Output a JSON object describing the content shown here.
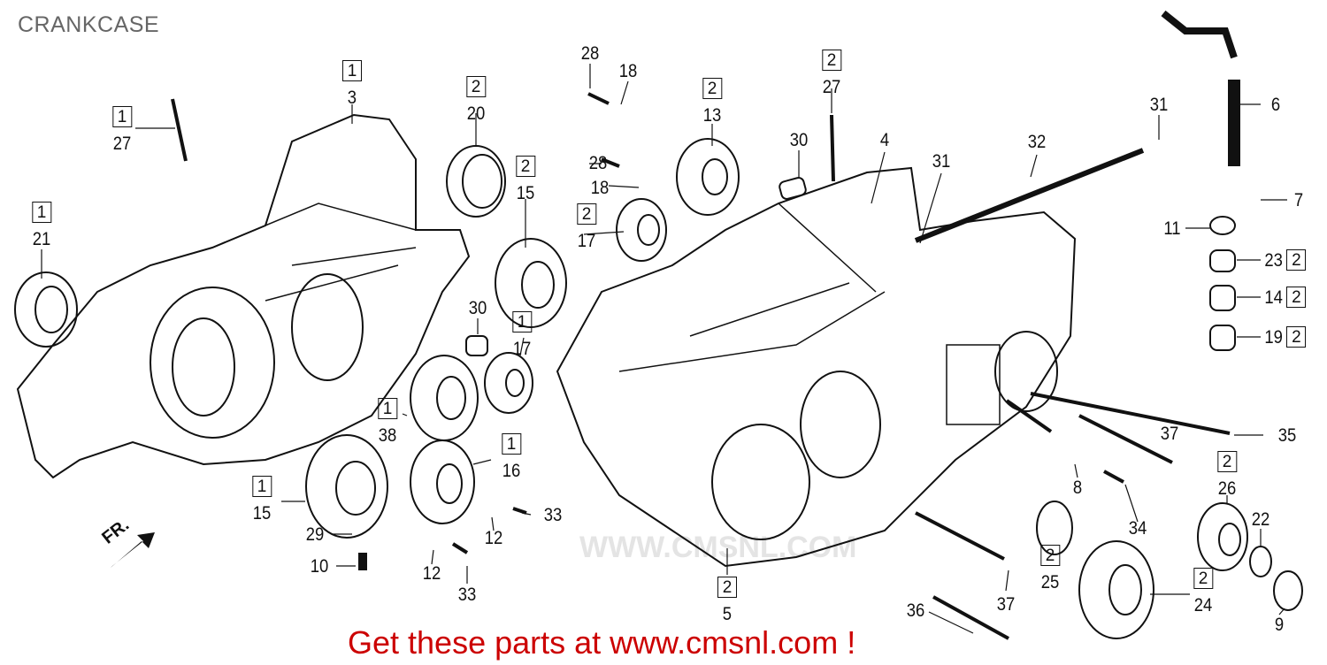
{
  "title": "CRANKCASE",
  "watermark": "WWW.CMSNL.COM",
  "direction_marker": "FR.",
  "footer": "Get these parts at www.cmsnl.com !",
  "callouts": [
    {
      "number": "27",
      "box": "1"
    },
    {
      "number": "3",
      "box": "1"
    },
    {
      "number": "21",
      "box": "1"
    },
    {
      "number": "20",
      "box": "2"
    },
    {
      "number": "28",
      "box": ""
    },
    {
      "number": "18",
      "box": ""
    },
    {
      "number": "28",
      "box": ""
    },
    {
      "number": "18",
      "box": ""
    },
    {
      "number": "15",
      "box": "2"
    },
    {
      "number": "17",
      "box": "2"
    },
    {
      "number": "13",
      "box": "2"
    },
    {
      "number": "27",
      "box": "2"
    },
    {
      "number": "30",
      "box": ""
    },
    {
      "number": "4",
      "box": ""
    },
    {
      "number": "31",
      "box": ""
    },
    {
      "number": "32",
      "box": ""
    },
    {
      "number": "31",
      "box": ""
    },
    {
      "number": "6",
      "box": ""
    },
    {
      "number": "7",
      "box": ""
    },
    {
      "number": "11",
      "box": ""
    },
    {
      "number": "23",
      "box": "2"
    },
    {
      "number": "14",
      "box": "2"
    },
    {
      "number": "19",
      "box": "2"
    },
    {
      "number": "30",
      "box": ""
    },
    {
      "number": "17",
      "box": "1"
    },
    {
      "number": "38",
      "box": "1"
    },
    {
      "number": "16",
      "box": "1"
    },
    {
      "number": "15",
      "box": "1"
    },
    {
      "number": "29",
      "box": ""
    },
    {
      "number": "10",
      "box": ""
    },
    {
      "number": "12",
      "box": ""
    },
    {
      "number": "33",
      "box": ""
    },
    {
      "number": "12",
      "box": ""
    },
    {
      "number": "33",
      "box": ""
    },
    {
      "number": "5",
      "box": "2"
    },
    {
      "number": "37",
      "box": ""
    },
    {
      "number": "35",
      "box": ""
    },
    {
      "number": "8",
      "box": ""
    },
    {
      "number": "34",
      "box": ""
    },
    {
      "number": "26",
      "box": "2"
    },
    {
      "number": "22",
      "box": ""
    },
    {
      "number": "25",
      "box": "2"
    },
    {
      "number": "37",
      "box": ""
    },
    {
      "number": "24",
      "box": "2"
    },
    {
      "number": "9",
      "box": ""
    },
    {
      "number": "36",
      "box": ""
    }
  ]
}
